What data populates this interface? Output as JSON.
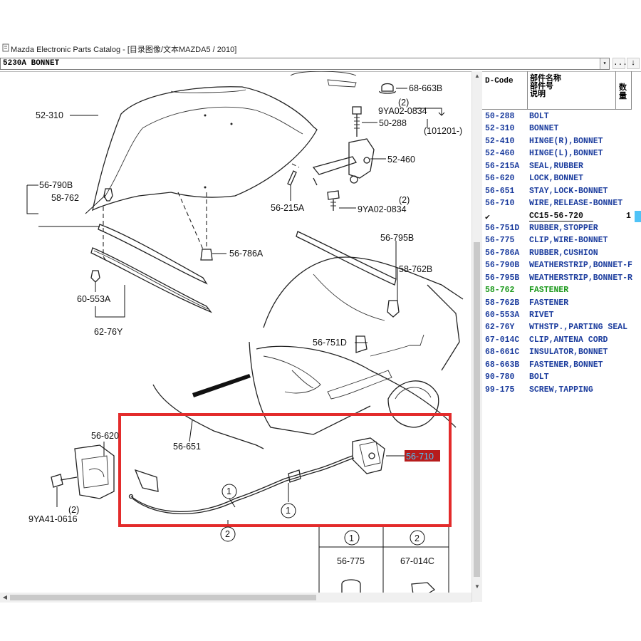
{
  "window": {
    "title": "Mazda Electronic Parts Catalog - [目录图像/文本MAZDA5 / 2010]"
  },
  "toolbar": {
    "combo_value": "5230A  BONNET",
    "combo_arrow": "▾",
    "btn_dots": "...",
    "btn_down": "↓"
  },
  "table": {
    "headers": {
      "dcode": "D-Code",
      "name_lines": [
        "部件名称",
        "部件号",
        "说明"
      ],
      "qty": "数量"
    },
    "rows": [
      {
        "code": "50-288",
        "name": "BOLT",
        "style": "blue"
      },
      {
        "code": "52-310",
        "name": "BONNET",
        "style": "blue"
      },
      {
        "code": "52-410",
        "name": "HINGE(R),BONNET",
        "style": "blue"
      },
      {
        "code": "52-460",
        "name": "HINGE(L),BONNET",
        "style": "blue"
      },
      {
        "code": "56-215A",
        "name": "SEAL,RUBBER",
        "style": "blue"
      },
      {
        "code": "56-620",
        "name": "LOCK,BONNET",
        "style": "blue"
      },
      {
        "code": "56-651",
        "name": "STAY,LOCK-BONNET",
        "style": "blue"
      },
      {
        "code": "56-710",
        "name": "WIRE,RELEASE-BONNET",
        "style": "blue"
      },
      {
        "code": "✔",
        "name": "CC15-56-720",
        "qty": "1",
        "style": "sub"
      },
      {
        "code": "56-751D",
        "name": "RUBBER,STOPPER",
        "style": "blue"
      },
      {
        "code": "56-775",
        "name": "CLIP,WIRE-BONNET",
        "style": "blue"
      },
      {
        "code": "56-786A",
        "name": "RUBBER,CUSHION",
        "style": "blue"
      },
      {
        "code": "56-790B",
        "name": "WEATHERSTRIP,BONNET-F",
        "style": "blue"
      },
      {
        "code": "56-795B",
        "name": "WEATHERSTRIP,BONNET-R",
        "style": "blue"
      },
      {
        "code": "58-762",
        "name": "FASTENER",
        "style": "green"
      },
      {
        "code": "58-762B",
        "name": "FASTENER",
        "style": "blue"
      },
      {
        "code": "60-553A",
        "name": "RIVET",
        "style": "blue"
      },
      {
        "code": "62-76Y",
        "name": "WTHSTP.,PARTING SEAL",
        "style": "blue"
      },
      {
        "code": "67-014C",
        "name": "CLIP,ANTENA CORD",
        "style": "blue"
      },
      {
        "code": "68-661C",
        "name": "INSULATOR,BONNET",
        "style": "blue"
      },
      {
        "code": "68-663B",
        "name": "FASTENER,BONNET",
        "style": "blue"
      },
      {
        "code": "90-780",
        "name": "BOLT",
        "style": "blue"
      },
      {
        "code": "99-175",
        "name": "SCREW,TAPPING",
        "style": "blue"
      }
    ]
  },
  "diagram": {
    "labels": {
      "p52310": "52-310",
      "p68663B": "68-663B",
      "q2a": "(2)",
      "p9YA020834a": "9YA02-0834",
      "p50288": "50-288",
      "p101201": "(101201-)",
      "p52460": "52-460",
      "p56215A": "56-215A",
      "q2b": "(2)",
      "p9YA020834b": "9YA02-0834",
      "p56790B": "56-790B",
      "p58762": "58-762",
      "p56786A": "56-786A",
      "p56795B": "56-795B",
      "p58762B": "58-762B",
      "p60553A": "60-553A",
      "p6276Y": "62-76Y",
      "p56751D": "56-751D",
      "p56651": "56-651",
      "p56620": "56-620",
      "q2c": "(2)",
      "p9YA410616": "9YA41-0616",
      "p56710": "56-710",
      "c1a": "1",
      "c1b": "1",
      "c2": "2",
      "leg1": "1",
      "leg2": "2",
      "leg56775": "56-775",
      "leg67014C": "67-014C"
    },
    "highlight_color": "#e32b2b",
    "selected_label_bg": "#b71c1c",
    "selected_label_fg": "#4fc3f7"
  }
}
